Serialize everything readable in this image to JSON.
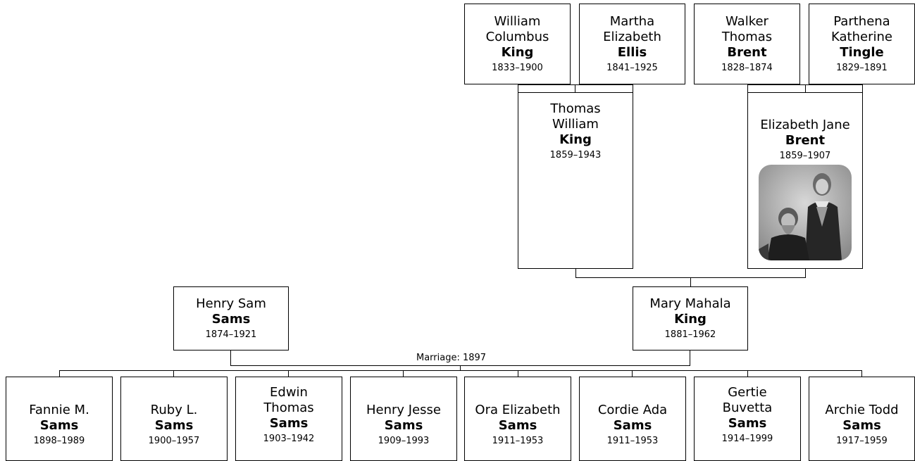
{
  "great_grandparents": [
    {
      "given": "William\nColumbus",
      "surname": "King",
      "dates": "1833–1900"
    },
    {
      "given": "Martha\nElizabeth",
      "surname": "Ellis",
      "dates": "1841–1925"
    },
    {
      "given": "Walker\nThomas",
      "surname": "Brent",
      "dates": "1828–1874"
    },
    {
      "given": "Parthena\nKatherine",
      "surname": "Tingle",
      "dates": "1829–1891"
    }
  ],
  "grandparents": [
    {
      "given": "Thomas\nWilliam",
      "surname": "King",
      "dates": "1859–1943"
    },
    {
      "given": "Elizabeth Jane",
      "surname": "Brent",
      "dates": "1859–1907"
    }
  ],
  "parents": [
    {
      "given": "Henry Sam",
      "surname": "Sams",
      "dates": "1874–1921"
    },
    {
      "given": "Mary Mahala",
      "surname": "King",
      "dates": "1881–1962"
    }
  ],
  "marriage_label": "Marriage: 1897",
  "children": [
    {
      "given": "Fannie M.",
      "surname": "Sams",
      "dates": "1898–1989"
    },
    {
      "given": "Ruby L.",
      "surname": "Sams",
      "dates": "1900–1957"
    },
    {
      "given": "Edwin\nThomas",
      "surname": "Sams",
      "dates": "1903–1942"
    },
    {
      "given": "Henry Jesse",
      "surname": "Sams",
      "dates": "1909–1993"
    },
    {
      "given": "Ora Elizabeth",
      "surname": "Sams",
      "dates": "1911–1953"
    },
    {
      "given": "Cordie Ada",
      "surname": "Sams",
      "dates": "1911–1953"
    },
    {
      "given": "Gertie\nBuvetta",
      "surname": "Sams",
      "dates": "1914–1999"
    },
    {
      "given": "Archie Todd",
      "surname": "Sams",
      "dates": "1917–1959"
    }
  ]
}
